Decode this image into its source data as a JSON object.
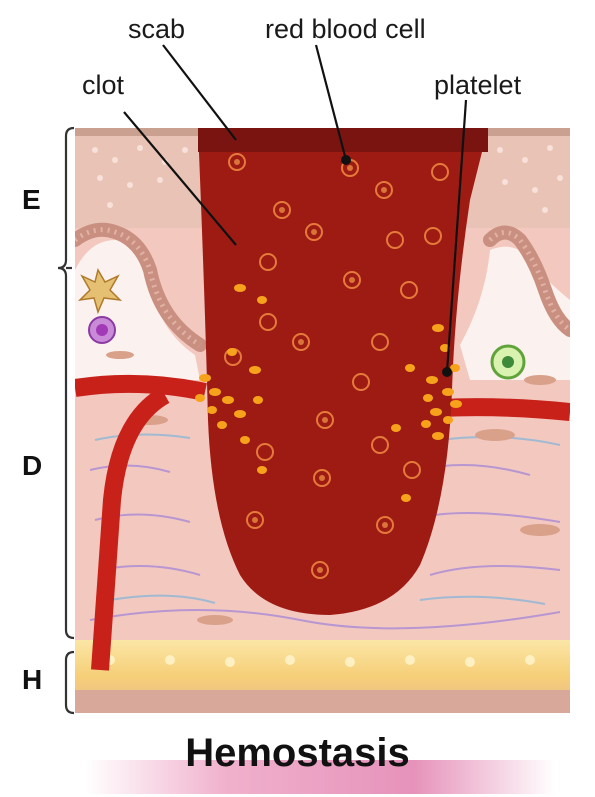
{
  "labels": {
    "scab": "scab",
    "red_blood_cell": "red blood cell",
    "clot": "clot",
    "platelet": "platelet"
  },
  "layers": {
    "epidermis": "E",
    "dermis": "D",
    "hypodermis": "H"
  },
  "title": "Hemostasis",
  "colors": {
    "clot": "#9e1b14",
    "scab": "#7a1410",
    "vessel": "#c8211a",
    "platelet": "#f7a21b",
    "dermis": "#f2c4bb",
    "epidermis": "#d9a79a",
    "fat": "#f6d487",
    "banner": "#e48bb2"
  }
}
